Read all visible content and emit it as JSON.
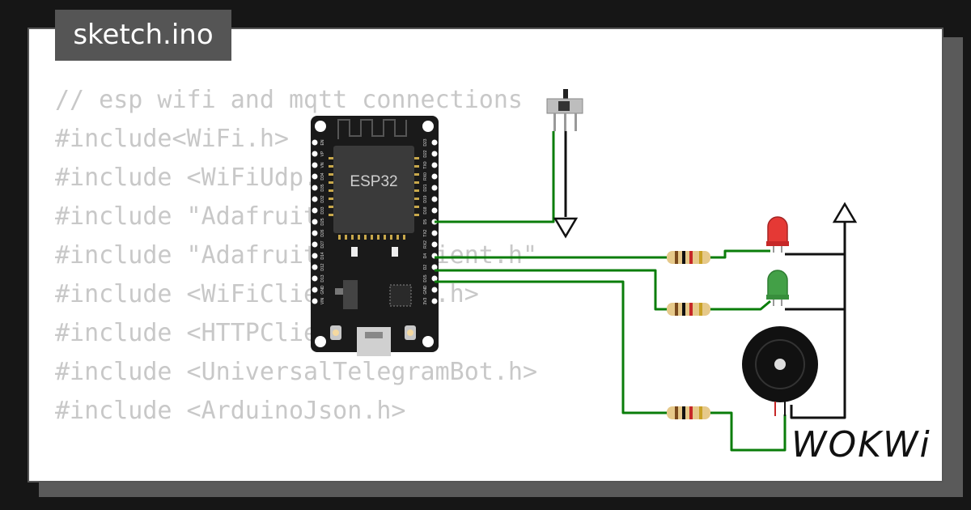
{
  "project": {
    "filename": "sketch.ino"
  },
  "code_lines": [
    "// esp wifi and mqtt connections",
    "#include<WiFi.h>",
    "#include <WiFiUdp.h>",
    "#include \"Adafruit_MQTT.h\"",
    "#include \"Adafruit_MQTT_Client.h\"",
    "#include <WiFiClientSecure.h>",
    "#include <HTTPClient.h>",
    "#include <UniversalTelegramBot.h>",
    "#include <ArduinoJson.h>"
  ],
  "board": {
    "label": "ESP32",
    "left_pins": [
      "EN",
      "VP",
      "VN",
      "D34",
      "D35",
      "D32",
      "D33",
      "D25",
      "D26",
      "D27",
      "D14",
      "D12",
      "D13",
      "GND",
      "VIN"
    ],
    "right_pins": [
      "D23",
      "D22",
      "TX0",
      "RX0",
      "D21",
      "D19",
      "D18",
      "D5",
      "TX2",
      "RX2",
      "D4",
      "D2",
      "D15",
      "GND",
      "3V3"
    ]
  },
  "components": {
    "led_colors": {
      "red": "#e53935",
      "green": "#43a047"
    },
    "wire_color": "#0a7d0a"
  },
  "brand": {
    "logo_text": "WOKWi"
  }
}
